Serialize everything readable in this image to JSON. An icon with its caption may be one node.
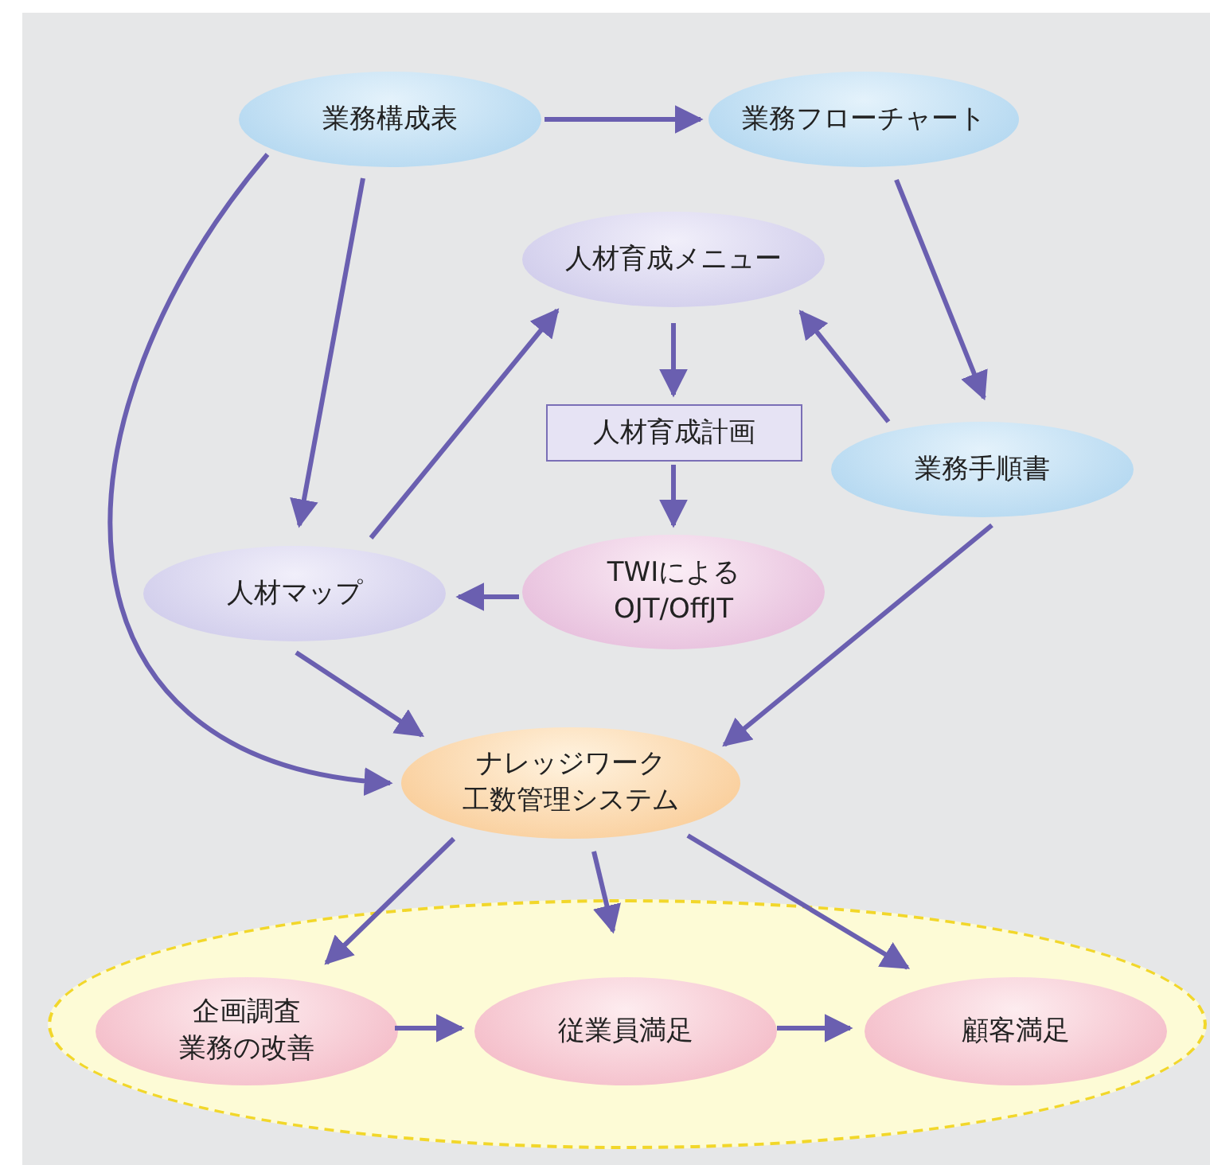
{
  "diagram": {
    "nodes": [
      {
        "text": [
          "業務構成表"
        ]
      },
      {
        "text": [
          "業務フローチャート"
        ]
      },
      {
        "text": [
          "人材育成メニュー"
        ]
      },
      {
        "text": [
          "人材育成計画"
        ]
      },
      {
        "text": [
          "業務手順書"
        ]
      },
      {
        "text": [
          "人材マップ"
        ]
      },
      {
        "text": [
          "TWIによる",
          "OJT/OffJT"
        ]
      },
      {
        "text": [
          "ナレッジワーク",
          "工数管理システム"
        ]
      },
      {
        "text": [],
        "shape": "ellipse"
      },
      {
        "text": [
          "企画調査",
          "業務の改善"
        ],
        "in": 8
      },
      {
        "text": [
          "従業員満足"
        ],
        "in": 8
      },
      {
        "text": [
          "顧客満足"
        ],
        "in": 8
      }
    ],
    "edges": [
      {
        "from": 0,
        "to": 1,
        "arrow": "to"
      },
      {
        "from": 0,
        "to": 7,
        "arrow": "to"
      },
      {
        "from": 0,
        "to": 5,
        "arrow": "to"
      },
      {
        "from": 1,
        "to": 4,
        "arrow": "to"
      },
      {
        "from": 2,
        "to": 3,
        "arrow": "to"
      },
      {
        "from": 3,
        "to": 6,
        "arrow": "to"
      },
      {
        "from": 6,
        "to": 5,
        "arrow": "to"
      },
      {
        "from": 5,
        "to": 2,
        "arrow": "to"
      },
      {
        "from": 4,
        "to": 2,
        "arrow": "to"
      },
      {
        "from": 4,
        "to": 7,
        "arrow": "to"
      },
      {
        "from": 5,
        "to": 7,
        "arrow": "to"
      },
      {
        "from": 7,
        "to": 9,
        "arrow": "to"
      },
      {
        "from": 7,
        "to": 10,
        "arrow": "to"
      },
      {
        "from": 7,
        "to": 11,
        "arrow": "to"
      },
      {
        "from": 9,
        "to": 10,
        "arrow": "to"
      },
      {
        "from": 10,
        "to": 11,
        "arrow": "to"
      }
    ]
  }
}
